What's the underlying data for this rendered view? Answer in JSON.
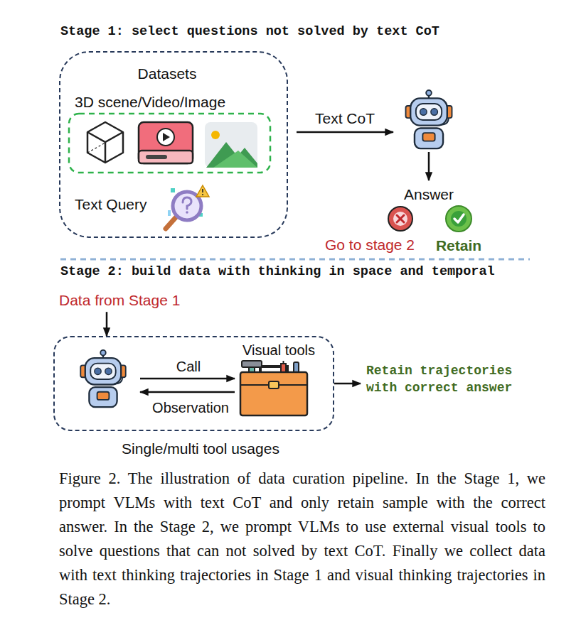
{
  "diagram": {
    "caption": "Figure 2. The illustration of data curation pipeline. In the Stage 1, we prompt VLMs with text CoT and only retain sample with the correct answer. In the Stage 2, we prompt VLMs to use external visual tools to solve questions that can not solved by text CoT. Finally we collect data with text thinking trajectories in Stage 1 and visual thinking trajectories in Stage 2.",
    "nodes": [
      {
        "text": [
          "Datasets",
          "3D scene/Video/Image",
          "Text Query"
        ]
      },
      {
        "text": [
          "Answer"
        ]
      },
      {
        "text": [
          "Data from Stage 1"
        ]
      },
      {
        "text": [
          "Single/multi tool usages"
        ]
      },
      {
        "text": [
          "Visual tools"
        ],
        "in": 3
      },
      {
        "text": [
          "Retain trajectories with correct answer"
        ]
      }
    ],
    "edges": [
      {
        "from": 0,
        "to": 1,
        "label": "Text CoT",
        "arrow": "to"
      },
      {
        "from": 2,
        "to": 3,
        "arrow": "to"
      },
      {
        "from": 3,
        "to": 5,
        "arrow": "to"
      }
    ],
    "labels": [
      "Stage 1: select questions not solved by text CoT",
      "Go to stage 2",
      "Retain",
      "Stage 2: build data with thinking in space and temporal",
      "Call",
      "Observation"
    ]
  }
}
